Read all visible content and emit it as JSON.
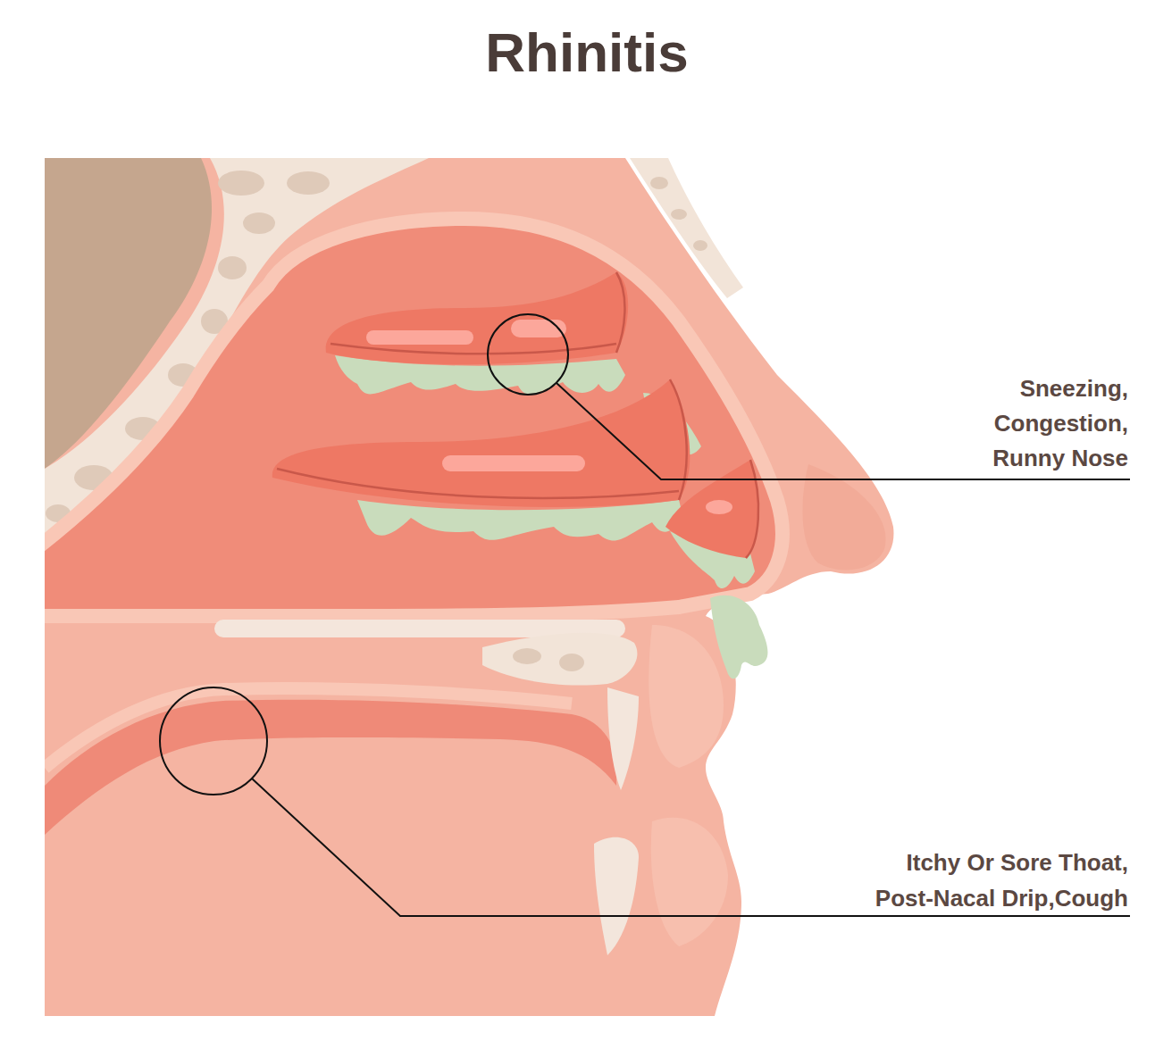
{
  "diagram": {
    "title": "Rhinitis",
    "labels": [
      "Sneezing, Congestion, Runny Nose",
      "Itchy Or Sore Thoat, Post-Nacal Drip,Cough"
    ]
  }
}
